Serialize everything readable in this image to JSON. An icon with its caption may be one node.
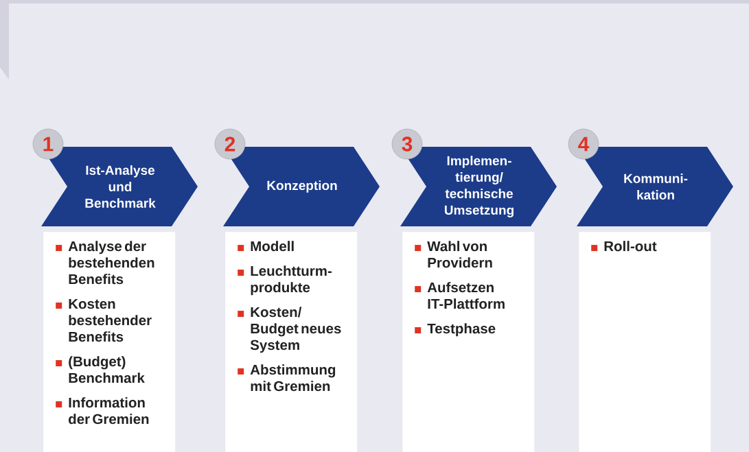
{
  "diagram": {
    "nodes": [
      {
        "text": [
          "1"
        ]
      },
      {
        "text": [
          "Ist-Analyse und Benchmark"
        ]
      },
      {
        "text": [
          "Analyse der bestehenden Benefits",
          "Kosten bestehender Benefits",
          "(Budget) Benchmark",
          "Information der Gremien"
        ]
      },
      {
        "text": [
          "2"
        ]
      },
      {
        "text": [
          "Konzeption"
        ]
      },
      {
        "text": [
          "Modell",
          "Leuchtturm- produkte",
          "Kosten/ Budget neues System",
          "Abstimmung mit Gremien"
        ]
      },
      {
        "text": [
          "3"
        ]
      },
      {
        "text": [
          "Implemen- tierung/ technische Umsetzung"
        ]
      },
      {
        "text": [
          "Wahl von Providern",
          "Aufsetzen IT-Plattform",
          "Testphase"
        ]
      },
      {
        "text": [
          "4"
        ]
      },
      {
        "text": [
          "Kommuni- kation"
        ]
      },
      {
        "text": [
          "Roll-out"
        ]
      }
    ]
  }
}
